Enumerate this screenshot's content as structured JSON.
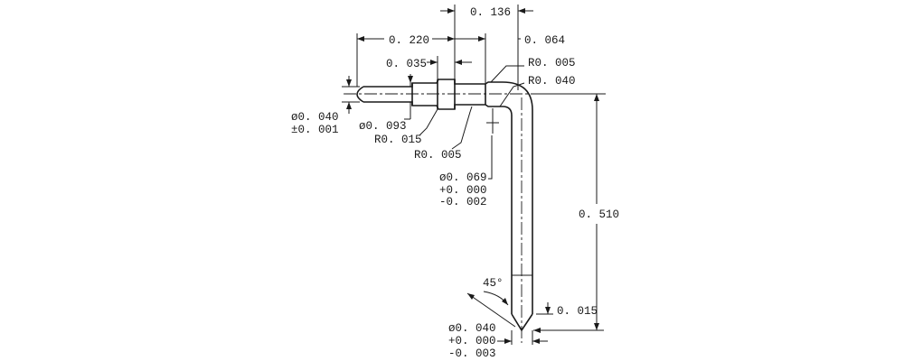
{
  "drawing": {
    "dims": {
      "d136": "0. 136",
      "d220": "0. 220",
      "d064": "0. 064",
      "d035": "0. 035",
      "r005_top": "R0. 005",
      "r040": "R0. 040",
      "dia040_tol_a": "ø0. 040",
      "dia040_tol_b": "±0. 001",
      "dia093": "ø0. 093",
      "r015": "R0. 015",
      "r005_low": "R0. 005",
      "dia069_a": "ø0. 069",
      "dia069_b": "+0. 000",
      "dia069_c": "-0. 002",
      "d510": "0. 510",
      "angle45": "45°",
      "d015": "0. 015",
      "dia040_bot_a": "ø0. 040",
      "dia040_bot_b": "+0. 000",
      "dia040_bot_c": "-0. 003"
    },
    "colors": {
      "ink": "#1a1a1a",
      "paper": "#ffffff"
    }
  }
}
